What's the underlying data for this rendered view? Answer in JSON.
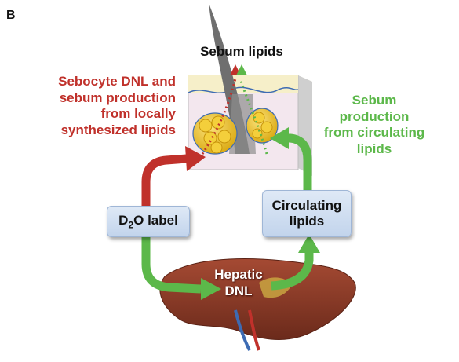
{
  "panel_label": "B",
  "sebum_lipids": "Sebum lipids",
  "left_label": {
    "lines": [
      "Sebocyte DNL and",
      "sebum production",
      "from locally",
      "synthesized lipids"
    ]
  },
  "right_label": {
    "lines": [
      "Sebum",
      "production",
      "from circulating",
      "lipids"
    ]
  },
  "d2o_box": {
    "prefix": "D",
    "subscript": "2",
    "suffix": "O label"
  },
  "circulating_box": {
    "lines": [
      "Circulating",
      "lipids"
    ]
  },
  "hepatic_label": {
    "lines": [
      "Hepatic",
      "DNL"
    ]
  },
  "colors": {
    "red_arrow": "#c0312b",
    "green_arrow": "#5cb84a",
    "box_fill": "#cfdcef",
    "liver": "#8a3a28",
    "gland": "#f0c419"
  }
}
